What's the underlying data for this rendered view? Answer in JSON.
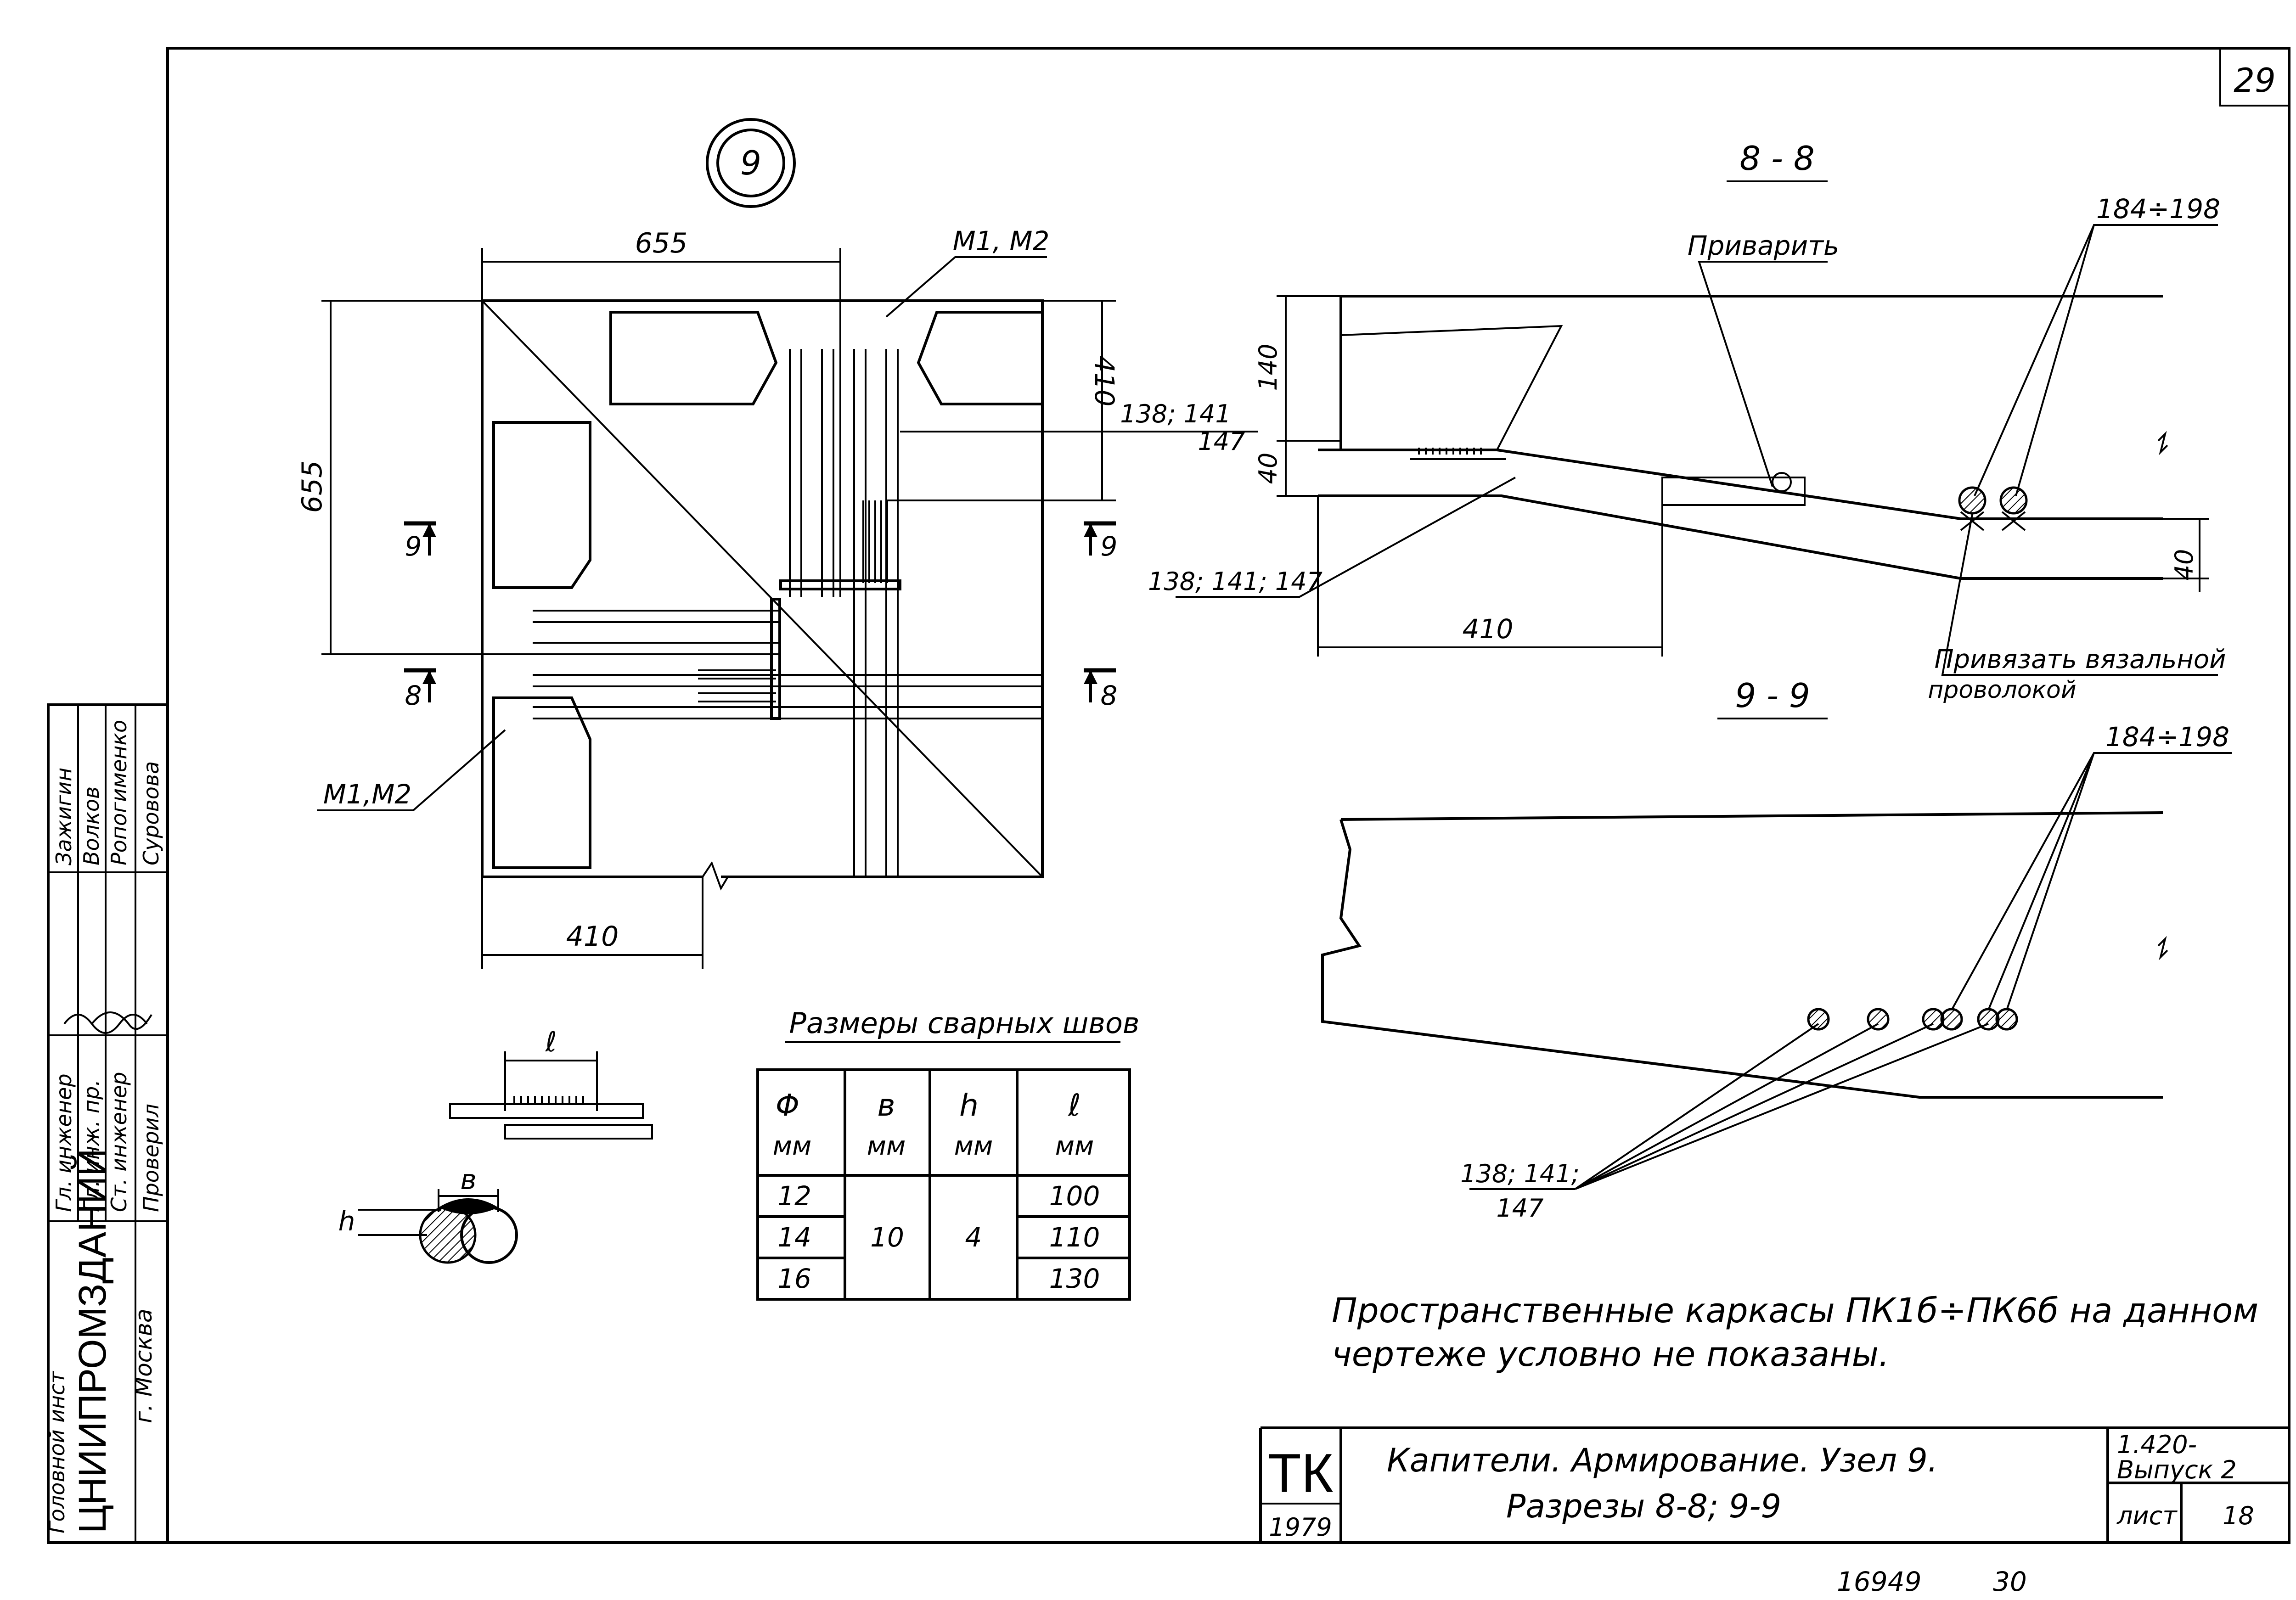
{
  "sheet": {
    "page_number": "29",
    "bottom_left_stamp": "16949",
    "bottom_right_stamp": "30"
  },
  "node_view": {
    "node_marker": "9",
    "dim_top_width": "655",
    "dim_left_height": "655",
    "dim_right_410": "410",
    "dim_bottom_410": "410",
    "label_m1m2_top": "M1, M2",
    "label_m1m2_bottom": "M1,M2",
    "label_bars_right_a": "138; 141",
    "label_bars_right_b": "147",
    "section_left_9": "9",
    "section_left_8": "8",
    "section_right_9": "9",
    "section_right_8": "8"
  },
  "section_8_8": {
    "title": "8 - 8",
    "label_weld": "Приварить",
    "label_range_top": "184÷198",
    "dim_140": "140",
    "dim_40_left": "40",
    "dim_40_right": "40",
    "dim_410": "410",
    "label_bars": "138; 141; 147",
    "label_tie_line1": "Привязать вязальной",
    "label_tie_line2": "проволокой"
  },
  "section_9_9": {
    "title": "9 - 9",
    "label_range_top": "184÷198",
    "label_bars_a": "138; 141;",
    "label_bars_b": "147"
  },
  "weld_detail": {
    "label_l": "ℓ",
    "label_b": "в",
    "label_h": "h"
  },
  "weld_table": {
    "title": "Размеры сварных швов",
    "headers": [
      {
        "symbol": "Φ",
        "unit": "мм"
      },
      {
        "symbol": "в",
        "unit": "мм"
      },
      {
        "symbol": "h",
        "unit": "мм"
      },
      {
        "symbol": "ℓ",
        "unit": "мм"
      }
    ],
    "rows": [
      {
        "d": "12",
        "l": "100"
      },
      {
        "d": "14",
        "l": "110"
      },
      {
        "d": "16",
        "l": "130"
      }
    ],
    "merged_b": "10",
    "merged_h": "4"
  },
  "note": {
    "line1": "Пространственные каркасы ПК1б÷ПК6б на данном",
    "line2": "чертеже условно не показаны."
  },
  "title_block": {
    "tk": "ТК",
    "year": "1979",
    "title_line1": "Капители. Армирование. Узел 9.",
    "title_line2": "Разрезы 8-8; 9-9",
    "series_line1": "1.420-",
    "series_line2": "Выпуск 2",
    "sheet_label": "лист",
    "sheet_number": "18"
  },
  "side_stamp": {
    "org_line1": "Головной инст",
    "org_name": "ЦНИИПРОМЗДАНИЙ",
    "org_city": "г. Москва",
    "roles": [
      "Гл. инженер",
      "Гл. инж. пр.",
      "Ст. инженер",
      "Проверил"
    ],
    "names": [
      "Зажигин",
      "Волков",
      "Ропогименко",
      "Суровова"
    ]
  }
}
